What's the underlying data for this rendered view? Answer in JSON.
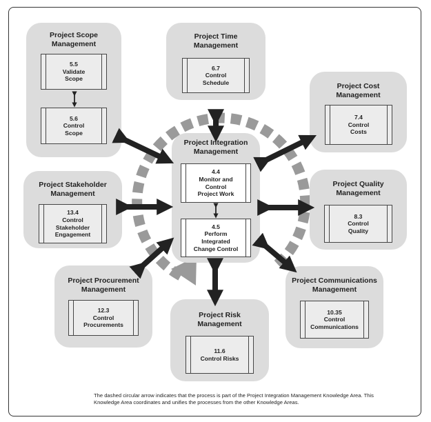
{
  "knowledge_areas": {
    "scope": {
      "title": "Project Scope\nManagement",
      "processes": [
        {
          "label": "5.5\nValidate\nScope"
        },
        {
          "label": "5.6\nControl\nScope"
        }
      ]
    },
    "time": {
      "title": "Project Time\nManagement",
      "processes": [
        {
          "label": "6.7\nControl\nSchedule"
        }
      ]
    },
    "cost": {
      "title": "Project Cost\nManagement",
      "processes": [
        {
          "label": "7.4\nControl\nCosts"
        }
      ]
    },
    "stakeholder": {
      "title": "Project Stakeholder\nManagement",
      "processes": [
        {
          "label": "13.4\nControl\nStakeholder\nEngagement"
        }
      ]
    },
    "quality": {
      "title": "Project Quality\nManagement",
      "processes": [
        {
          "label": "8.3\nControl\nQuality"
        }
      ]
    },
    "procurement": {
      "title": "Project Procurement\nManagement",
      "processes": [
        {
          "label": "12.3\nControl\nProcurements"
        }
      ]
    },
    "communications": {
      "title": "Project Communications\nManagement",
      "processes": [
        {
          "label": "10.35\nControl\nCommunications"
        }
      ]
    },
    "risk": {
      "title": "Project Risk\nManagement",
      "processes": [
        {
          "label": "11.6\nControl Risks"
        }
      ]
    },
    "integration": {
      "title": "Project Integration\nManagement",
      "processes": [
        {
          "label": "4.4\nMonitor and\nControl\nProject Work"
        },
        {
          "label": "4.5\nPerform\nIntegrated\nChange Control"
        }
      ]
    }
  },
  "caption": "The dashed circular arrow indicates that the process is part of the Project Integration Management Knowledge Area. This Knowledge Area coordinates and unifies the processes from the other Knowledge Areas.",
  "colors": {
    "box_fill": "#dcdcdc",
    "process_fill": "#ececec",
    "dashed_ring": "#9a9a9a",
    "arrow": "#222222"
  }
}
